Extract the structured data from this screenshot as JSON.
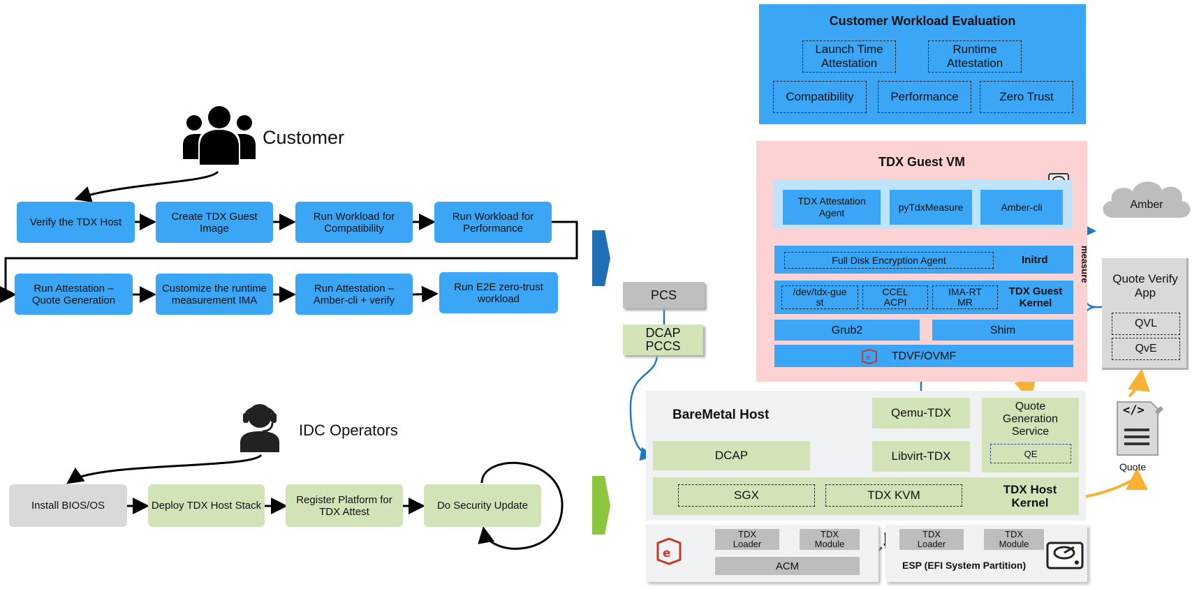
{
  "customer": {
    "label": "Customer",
    "steps": [
      "Verify the TDX Host",
      "Create TDX Guest Image",
      "Run Workload for Compatibility",
      "Run Workload for Performance",
      "Run Attestation – Quote Generation",
      "Customize the runtime measurement IMA",
      "Run Attestation – Amber-cli + verify",
      "Run E2E zero-trust workload"
    ]
  },
  "operators": {
    "label": "IDC Operators",
    "steps": [
      "Install BIOS/OS",
      "Deploy TDX Host Stack",
      "Register Platform for TDX Attest",
      "Do Security Update"
    ]
  },
  "evaluation": {
    "title": "Customer Workload Evaluation",
    "items": [
      "Launch Time Attestation",
      "Runtime Attestation",
      "Compatibility",
      "Performance",
      "Zero Trust"
    ]
  },
  "guest_vm": {
    "title": "TDX Guest VM",
    "agents": [
      "TDX Attestation Agent",
      "pyTdxMeasure",
      "Amber-cli"
    ],
    "fde": "Full Disk Encryption Agent",
    "initrd": "Initrd",
    "kernel_items": [
      "/dev/tdx-guest",
      "CCEL ACPI",
      "IMA-RTMR"
    ],
    "kernel_label": "TDX Guest Kernel",
    "grub": "Grub2",
    "shim": "Shim",
    "tdvf": "TDVF/OVMF"
  },
  "amber": "Amber",
  "measure": "measure",
  "quote_app": {
    "title": "Quote Verify App",
    "items": [
      "QVL",
      "QvE"
    ]
  },
  "quote_doc": {
    "glyph": "</>",
    "label": "Quote"
  },
  "pcs": "PCS",
  "dcap_pccs": "DCAP PCCS",
  "host": {
    "title": "BareMetal Host",
    "dcap": "DCAP",
    "qemu": "Qemu-TDX",
    "libvirt": "Libvirt-TDX",
    "qgs": "Quote Generation Service",
    "qe": "QE",
    "sgx": "SGX",
    "tdx_kvm": "TDX KVM",
    "kernel": "TDX Host Kernel"
  },
  "boot": {
    "tdx_loader": "TDX Loader",
    "tdx_module": "TDX Module",
    "acm": "ACM",
    "esp": "ESP (EFI System Partition)"
  },
  "colors": {
    "blue": "#3aa6f5",
    "pink": "#fdd2d2",
    "lightblue": "#bfe3fb",
    "green": "#d3e3b8",
    "grey": "#d9d9d9",
    "orange": "#f7b233",
    "arrowblue": "#1f77c8"
  }
}
